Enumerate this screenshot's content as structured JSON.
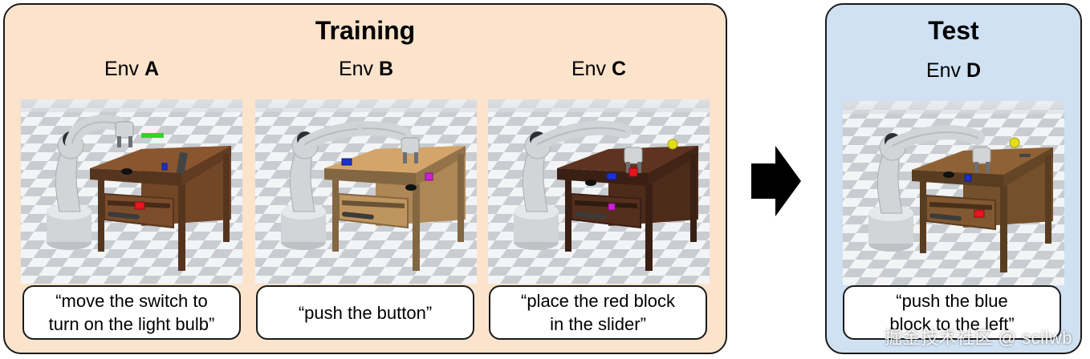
{
  "training": {
    "title": "Training",
    "envs": [
      {
        "prefix": "Env ",
        "letter": "A",
        "caption": "“move the switch to\nturn on the light bulb”",
        "desk_color": "#8a5630"
      },
      {
        "prefix": "Env ",
        "letter": "B",
        "caption": "“push the button”",
        "desk_color": "#d4a56a"
      },
      {
        "prefix": "Env ",
        "letter": "C",
        "caption": "“place the red block\nin the slider”",
        "desk_color": "#5e3420"
      }
    ]
  },
  "test": {
    "title": "Test",
    "env": {
      "prefix": "Env ",
      "letter": "D",
      "caption": "“push the blue\nblock to the left”",
      "desk_color": "#8f6236"
    }
  },
  "watermark": "掘金技术社区 @ scilwb",
  "colors": {
    "training_bg": "#fbe3cc",
    "test_bg": "#cfe1f3",
    "arrow": "#000000",
    "block_red": "#e8141e",
    "block_blue": "#1c2fd0",
    "block_magenta": "#d21fd6",
    "bulb_yellow": "#e3de1a",
    "switch_green": "#34d22e"
  }
}
